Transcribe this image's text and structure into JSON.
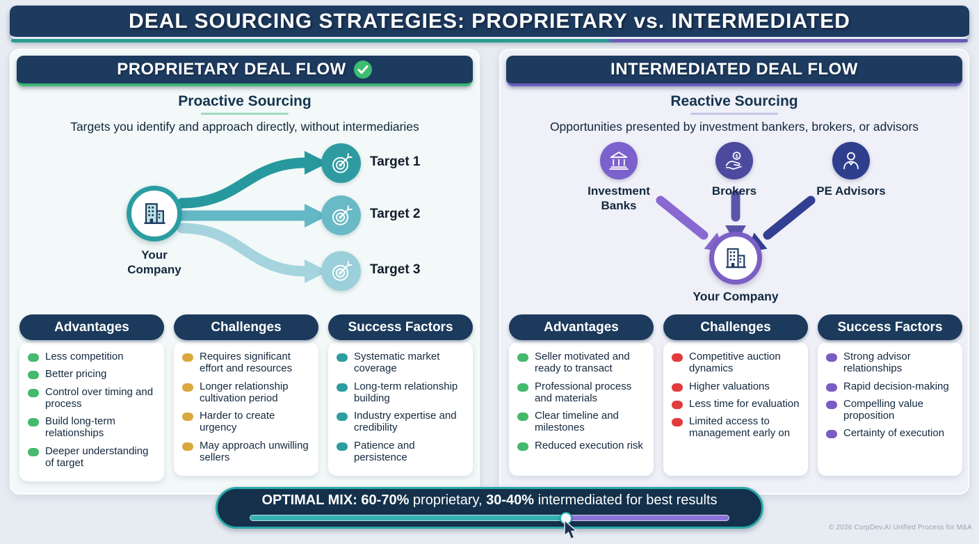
{
  "title": "DEAL SOURCING STRATEGIES: PROPRIETARY vs. INTERMEDIATED",
  "left_panel": {
    "header": "PROPRIETARY DEAL FLOW",
    "badge_icon": "check-badge",
    "subtitle": "Proactive Sourcing",
    "description": "Targets you identify and approach directly, without intermediaries",
    "company_label": "Your\nCompany",
    "targets": [
      "Target 1",
      "Target 2",
      "Target 3"
    ],
    "columns": [
      {
        "header": "Advantages",
        "bullet_color": "#45b96d",
        "items": [
          "Less competition",
          "Better pricing",
          "Control over timing and process",
          "Build long-term relationships",
          "Deeper understanding of target"
        ]
      },
      {
        "header": "Challenges",
        "bullet_color": "#d9a83e",
        "items": [
          "Requires significant effort and resources",
          "Longer relationship cultivation period",
          "Harder to create urgency",
          "May approach unwilling sellers"
        ]
      },
      {
        "header": "Success Factors",
        "bullet_color": "#2d9da0",
        "items": [
          "Systematic market coverage",
          "Long-term relationship building",
          "Industry expertise and credibility",
          "Patience and persistence"
        ]
      }
    ]
  },
  "right_panel": {
    "header": "INTERMEDIATED DEAL FLOW",
    "subtitle": "Reactive Sourcing",
    "description": "Opportunities presented by investment bankers, brokers, or advisors",
    "sources": [
      "Investment\nBanks",
      "Brokers",
      "PE Advisors"
    ],
    "company_label": "Your Company",
    "columns": [
      {
        "header": "Advantages",
        "bullet_color": "#45b96d",
        "items": [
          "Seller motivated and ready to transact",
          "Professional process and materials",
          "Clear timeline and milestones",
          "Reduced execution risk"
        ]
      },
      {
        "header": "Challenges",
        "bullet_color": "#e23b3b",
        "items": [
          "Competitive auction dynamics",
          "Higher valuations",
          "Less time for evaluation",
          "Limited access to management early on"
        ]
      },
      {
        "header": "Success Factors",
        "bullet_color": "#7a5cc2",
        "items": [
          "Strong advisor relationships",
          "Rapid decision-making",
          "Compelling value proposition",
          "Certainty of execution"
        ]
      }
    ]
  },
  "bottom_bar": {
    "text_parts": [
      {
        "text": "OPTIMAL MIX: 60-70%",
        "bold": true
      },
      {
        "text": " proprietary, ",
        "bold": false
      },
      {
        "text": "30-40%",
        "bold": true
      },
      {
        "text": " intermediated for best results",
        "bold": false
      }
    ],
    "slider_value_pct": 66
  },
  "footer": "© 2026 CorpDev.AI Unified Process for M&A",
  "colors": {
    "navy": "#1d3a5f",
    "teal": "#27989d",
    "purple": "#6c5bb8",
    "left_accent": "#3cb874",
    "right_accent": "#6b5fc0",
    "arrow_teal_1": "#27989d",
    "arrow_teal_2": "#64b7c4",
    "arrow_teal_3": "#a6d4de",
    "arrow_purple_1": "#8969d1",
    "arrow_purple_2": "#5a55a8",
    "arrow_purple_3": "#333f92"
  }
}
